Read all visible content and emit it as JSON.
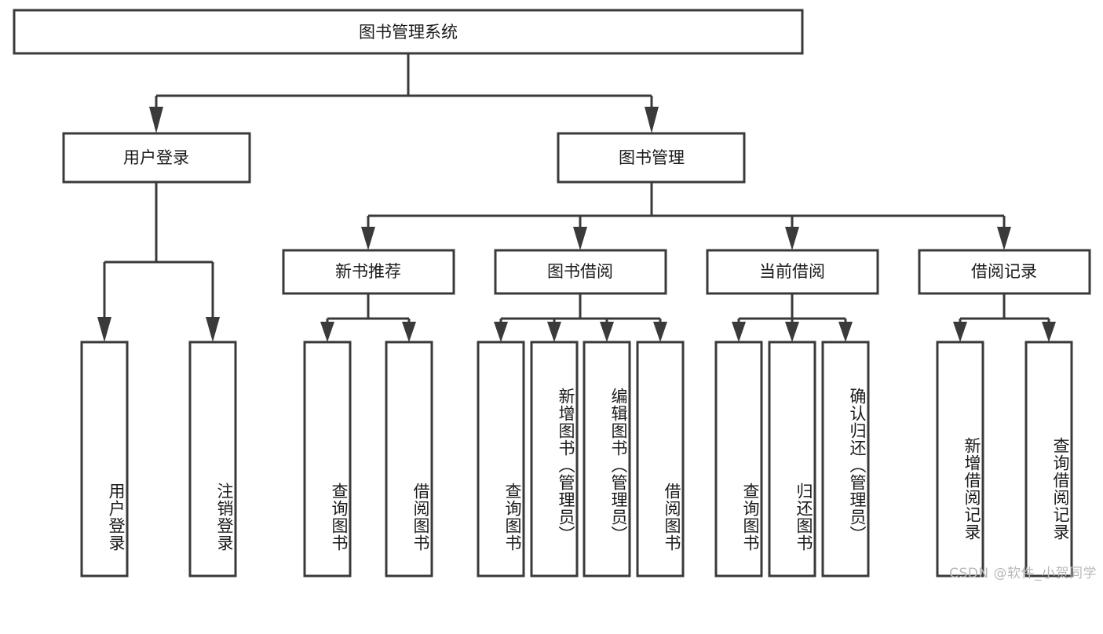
{
  "diagram": {
    "title": "图书管理系统",
    "type": "tree-hierarchy-chart",
    "root": {
      "id": "root",
      "label": "图书管理系统",
      "orientation": "horizontal"
    },
    "level2": [
      {
        "id": "user-login",
        "label": "用户登录",
        "orientation": "horizontal"
      },
      {
        "id": "book-management",
        "label": "图书管理",
        "orientation": "horizontal"
      }
    ],
    "level3": [
      {
        "id": "new-book-recommend",
        "label": "新书推荐",
        "orientation": "horizontal"
      },
      {
        "id": "book-borrow",
        "label": "图书借阅",
        "orientation": "horizontal"
      },
      {
        "id": "current-borrow",
        "label": "当前借阅",
        "orientation": "horizontal"
      },
      {
        "id": "borrow-record",
        "label": "借阅记录",
        "orientation": "horizontal"
      }
    ],
    "leaves": [
      {
        "id": "leaf-user-login",
        "label": "用户登录",
        "parent": "user-login",
        "orientation": "vertical"
      },
      {
        "id": "leaf-logout-login",
        "label": "注销登录",
        "parent": "user-login",
        "orientation": "vertical"
      },
      {
        "id": "leaf-query-book-1",
        "label": "查询图书",
        "parent": "new-book-recommend",
        "orientation": "vertical"
      },
      {
        "id": "leaf-borrow-book-1",
        "label": "借阅图书",
        "parent": "new-book-recommend",
        "orientation": "vertical"
      },
      {
        "id": "leaf-query-book-2",
        "label": "查询图书",
        "parent": "book-borrow",
        "orientation": "vertical"
      },
      {
        "id": "leaf-add-book",
        "label": "新增图书（管理员）",
        "parent": "book-borrow",
        "orientation": "vertical"
      },
      {
        "id": "leaf-edit-book",
        "label": "编辑图书（管理员）",
        "parent": "book-borrow",
        "orientation": "vertical"
      },
      {
        "id": "leaf-borrow-book-2",
        "label": "借阅图书",
        "parent": "book-borrow",
        "orientation": "vertical"
      },
      {
        "id": "leaf-query-book-3",
        "label": "查询图书",
        "parent": "current-borrow",
        "orientation": "vertical"
      },
      {
        "id": "leaf-return-book",
        "label": "归还图书",
        "parent": "current-borrow",
        "orientation": "vertical"
      },
      {
        "id": "leaf-confirm-return",
        "label": "确认归还（管理员）",
        "parent": "current-borrow",
        "orientation": "vertical"
      },
      {
        "id": "leaf-add-record",
        "label": "新增借阅记录",
        "parent": "borrow-record",
        "orientation": "vertical"
      },
      {
        "id": "leaf-query-record",
        "label": "查询借阅记录",
        "parent": "borrow-record",
        "orientation": "vertical"
      }
    ],
    "colors": {
      "box_fill": "#ffffff",
      "box_stroke": "#3a3a3a",
      "connector": "#3a3a3a",
      "text": "#1a1a1a",
      "background": "#ffffff",
      "watermark": "#b9b9b9"
    }
  },
  "watermark": {
    "text": "CSDN @软件_小贺同学"
  }
}
